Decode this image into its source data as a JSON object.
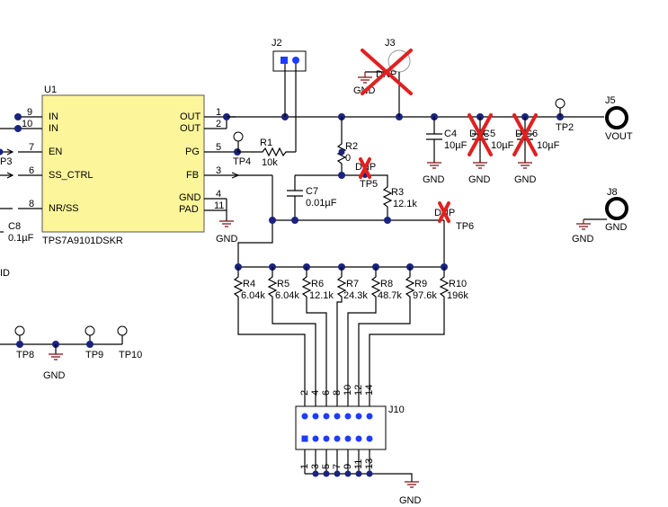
{
  "u1": {
    "ref": "U1",
    "part": "TPS7A9101DSKR",
    "pins_left": [
      {
        "num": "9",
        "name": "IN"
      },
      {
        "num": "10",
        "name": "IN"
      },
      {
        "num": "7",
        "name": "EN"
      },
      {
        "num": "6",
        "name": "SS_CTRL"
      },
      {
        "num": "8",
        "name": "NR/SS"
      }
    ],
    "pins_right": [
      {
        "num": "1",
        "name": "OUT"
      },
      {
        "num": "2",
        "name": "OUT"
      },
      {
        "num": "5",
        "name": "PG"
      },
      {
        "num": "3",
        "name": "FB"
      },
      {
        "num": "4",
        "name": "GND"
      },
      {
        "num": "11",
        "name": "PAD"
      }
    ]
  },
  "connectors": {
    "j2": "J2",
    "j3": "J3",
    "j5": "J5",
    "j5_net": "VOUT",
    "j8": "J8",
    "j8_net": "GND",
    "j10": "J10",
    "j10_top_pins": [
      "2",
      "4",
      "6",
      "8",
      "10",
      "12",
      "14"
    ],
    "j10_bottom_pins": [
      "1",
      "3",
      "5",
      "7",
      "9",
      "11",
      "13"
    ]
  },
  "testpoints": {
    "tp2": "TP2",
    "tp3": "P3",
    "tp4": "TP4",
    "tp5": "TP5",
    "tp6": "TP6",
    "tp8": "TP8",
    "tp9": "TP9",
    "tp10": "TP10"
  },
  "components": {
    "r1": {
      "ref": "R1",
      "value": "10k"
    },
    "r2": {
      "ref": "R2",
      "value": "0"
    },
    "r3": {
      "ref": "R3",
      "value": "12.1k"
    },
    "c4": {
      "ref": "C4",
      "value": "10µF"
    },
    "c5": {
      "ref": "C5",
      "value": "10µF"
    },
    "c6": {
      "ref": "C6",
      "value": "10µF"
    },
    "c7": {
      "ref": "C7",
      "value": "0.01µF"
    },
    "c8": {
      "ref": "C8",
      "value": "0.1µF"
    },
    "r4": {
      "ref": "R4",
      "value": "6.04k"
    },
    "r5": {
      "ref": "R5",
      "value": "6.04k"
    },
    "r6": {
      "ref": "R6",
      "value": "12.1k"
    },
    "r7": {
      "ref": "R7",
      "value": "24.3k"
    },
    "r8": {
      "ref": "R8",
      "value": "48.7k"
    },
    "r9": {
      "ref": "R9",
      "value": "97.6k"
    },
    "r10": {
      "ref": "R10",
      "value": "196k"
    }
  },
  "labels": {
    "gnd": "GND",
    "dnp": "DNP",
    "dnp_short": "DN",
    "partial_d": "D",
    "partial_id": "ID"
  },
  "colors": {
    "wire": "#000000",
    "junction": "#1a237e",
    "ground": "#7a1010",
    "dnp_mark": "#e02020",
    "ic_fill": "#fdf59a",
    "header_pin": "#1e3cff"
  }
}
